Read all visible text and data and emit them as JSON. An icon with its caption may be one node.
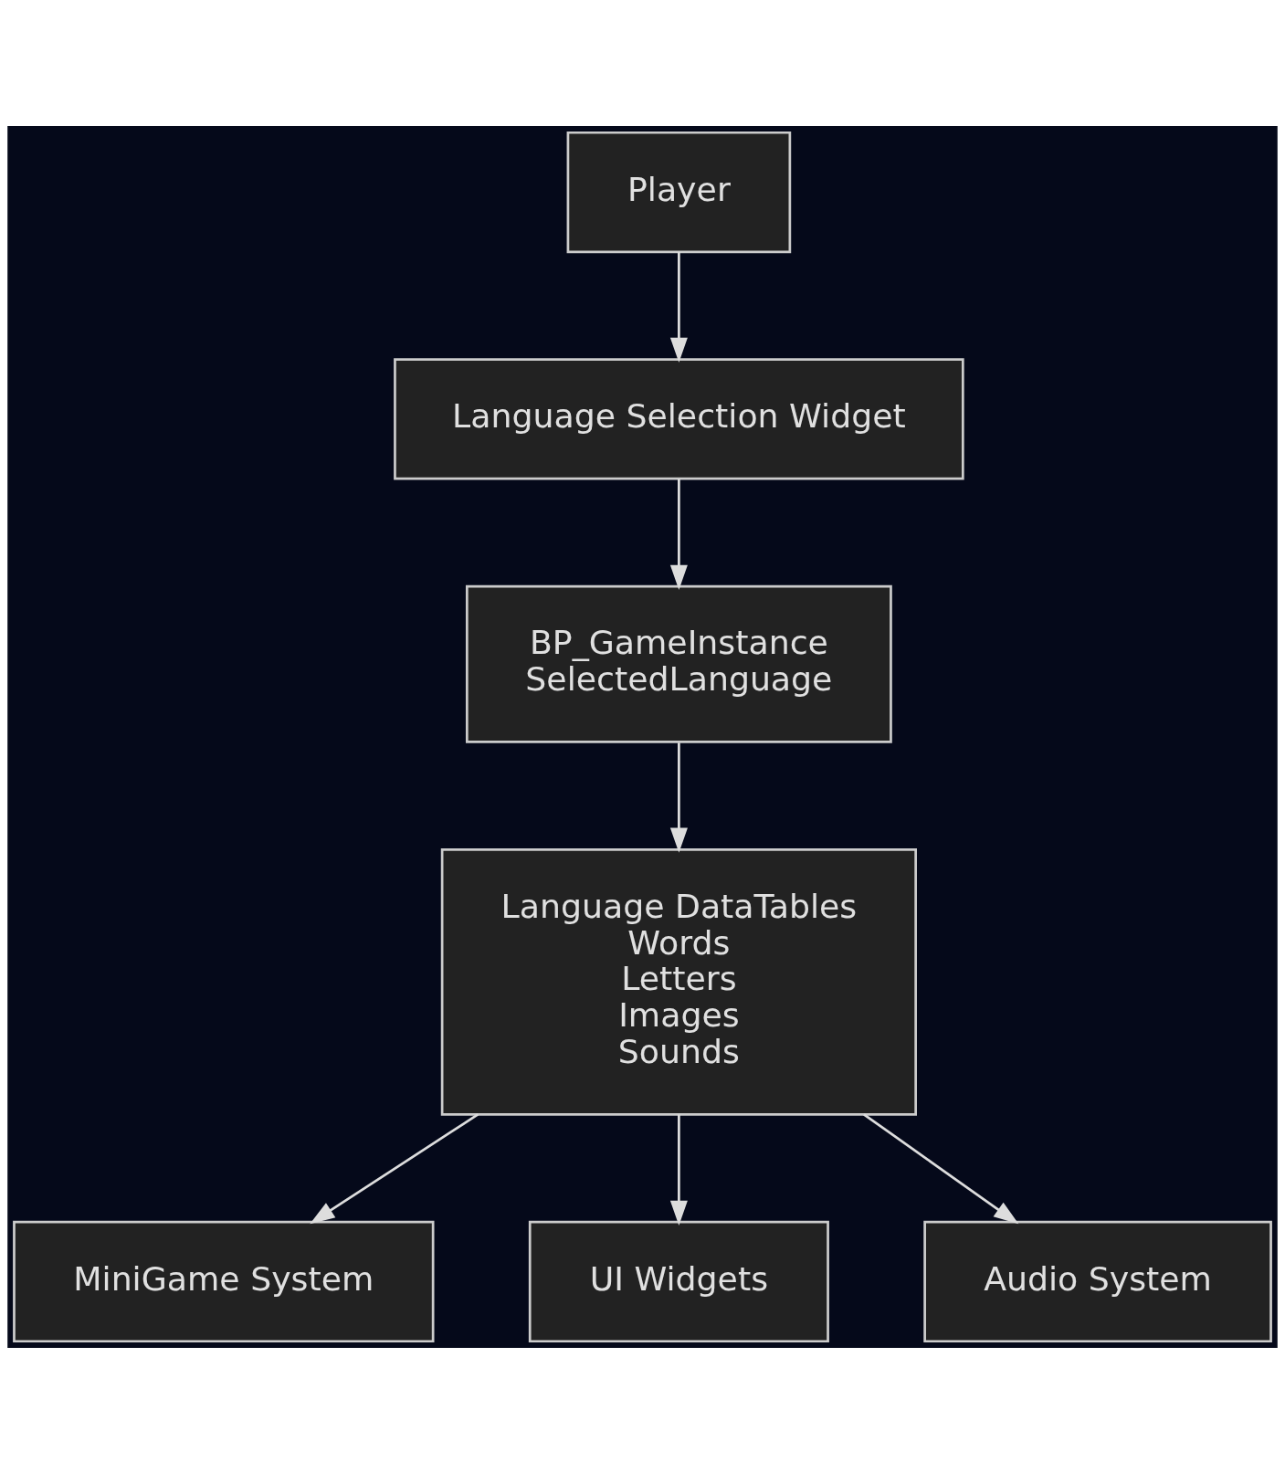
{
  "diagram": {
    "nodes": [
      {
        "text": [
          "Player"
        ]
      },
      {
        "text": [
          "Language Selection Widget"
        ]
      },
      {
        "text": [
          "BP_GameInstance",
          "SelectedLanguage"
        ]
      },
      {
        "text": [
          "Language DataTables",
          "Words",
          "Letters",
          "Images",
          "Sounds"
        ]
      },
      {
        "text": [
          "MiniGame System"
        ]
      },
      {
        "text": [
          "UI Widgets"
        ]
      },
      {
        "text": [
          "Audio System"
        ]
      }
    ],
    "edges": [
      {
        "from": 0,
        "to": 1,
        "arrow": "to"
      },
      {
        "from": 1,
        "to": 2,
        "arrow": "to"
      },
      {
        "from": 2,
        "to": 3,
        "arrow": "to"
      },
      {
        "from": 3,
        "to": 4,
        "arrow": "to"
      },
      {
        "from": 3,
        "to": 5,
        "arrow": "to"
      },
      {
        "from": 3,
        "to": 6,
        "arrow": "to"
      }
    ]
  }
}
